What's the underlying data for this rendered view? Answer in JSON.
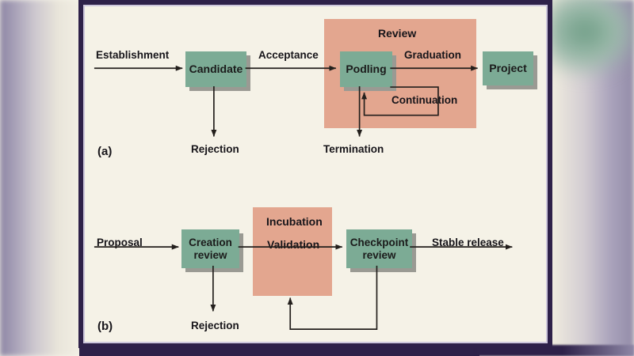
{
  "figure": {
    "panel_a": {
      "id_label": "(a)",
      "region_label": "Review",
      "boxes": [
        {
          "name": "candidate",
          "label": "Candidate"
        },
        {
          "name": "podling",
          "label": "Podling"
        },
        {
          "name": "project",
          "label": "Project"
        }
      ],
      "edge_labels": [
        {
          "name": "establishment",
          "label": "Establishment"
        },
        {
          "name": "acceptance",
          "label": "Acceptance"
        },
        {
          "name": "graduation",
          "label": "Graduation"
        },
        {
          "name": "continuation",
          "label": "Continuation"
        },
        {
          "name": "rejection",
          "label": "Rejection"
        },
        {
          "name": "termination",
          "label": "Termination"
        }
      ]
    },
    "panel_b": {
      "id_label": "(b)",
      "region_labels": [
        "Incubation",
        "Validation"
      ],
      "boxes": [
        {
          "name": "creation-review",
          "line1": "Creation",
          "line2": "review"
        },
        {
          "name": "checkpoint-review",
          "line1": "Checkpoint",
          "line2": "review"
        }
      ],
      "edge_labels": [
        {
          "name": "proposal",
          "label": "Proposal"
        },
        {
          "name": "stable-release",
          "label": "Stable release"
        },
        {
          "name": "rejection",
          "label": "Rejection"
        }
      ]
    }
  },
  "colors": {
    "frame_border": "#2e2149",
    "paper": "#f5f2e7",
    "box_green": "#7cab95",
    "box_shadow": "#9a9a93",
    "region_pink": "#e3a68f",
    "ink": "#231f1c"
  }
}
